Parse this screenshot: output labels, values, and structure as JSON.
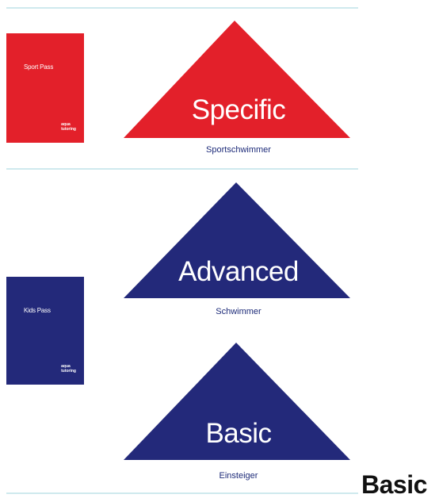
{
  "colors": {
    "red": "#e3202a",
    "blue": "#23297a",
    "rule": "#cfe9ee",
    "sublabel": "#1c2a78"
  },
  "booklets": [
    {
      "title": "Sport Pass",
      "logo": "aqua\ntutoring",
      "color": "#e3202a"
    },
    {
      "title": "Kids Pass",
      "logo": "aqua\ntutoring",
      "color": "#23297a"
    }
  ],
  "levels": [
    {
      "label": "Specific",
      "sublabel": "Sportschwimmer",
      "color": "#e3202a"
    },
    {
      "label": "Advanced",
      "sublabel": "Schwimmer",
      "color": "#23297a"
    },
    {
      "label": "Basic",
      "sublabel": "Einsteiger",
      "color": "#23297a"
    }
  ],
  "caption": "Basic"
}
